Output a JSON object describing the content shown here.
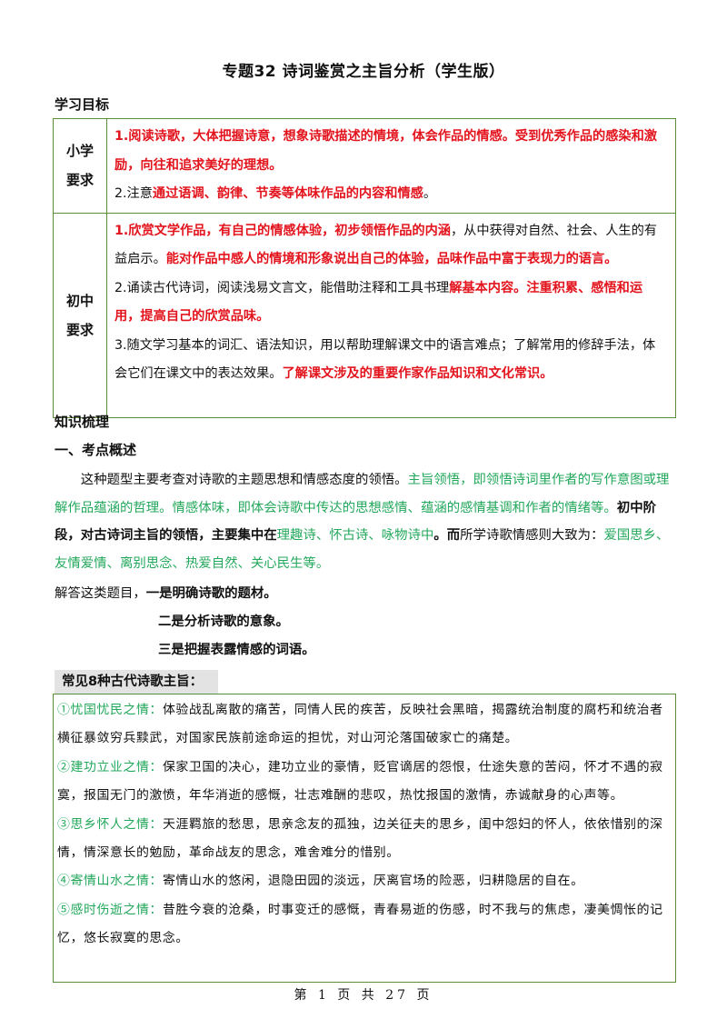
{
  "title": "专题32 诗词鉴赏之主旨分析（学生版）",
  "learning_goals": {
    "heading": "学习目标",
    "rows": [
      {
        "label_line1": "小学",
        "label_line2": "要求",
        "p1_red": "1.阅读诗歌，大体把握诗意，想象诗歌描述的情境，体会作品的情感。受到优秀作品的感染和激励，向往和追求美好的理想。",
        "p2_plain": "2.注意",
        "p2_red": "通过语调、韵律、节奏等体味作品的内容和情感",
        "p2_end": "。"
      },
      {
        "label_line1": "初中",
        "label_line2": "要求",
        "p1_red": "1.欣赏文学作品，有自己的情感体验，初步领悟作品的内涵",
        "p1_plain": "，从中获得对自然、社会、人生的有益启示。",
        "p1_red2": "能对作品中感人的情境和形象说出自己的体验，品味作品中富于表现力的语言。",
        "p2_plain": "2.诵读古代诗词，阅读浅易文言文，能借助注释和工具书理",
        "p2_red": "解基本内容。注重积累、感悟和运用，提高自己的欣赏品味。",
        "p3_plain": "3.随文学习基本的词汇、语法知识，用以帮助理解课文中的语言难点；了解常用的修辞手法，体会它们在课文中的表达效果。",
        "p3_red": "了解课文涉及的重要作家作品知识和文化常识。"
      }
    ]
  },
  "knowledge": {
    "heading": "知识梳理",
    "subheading": "一、考点概述",
    "overview": {
      "t1": "这种题型主要考查对诗歌的主题思想和情感态度的领悟。",
      "g1": "主旨领悟，即领悟诗词里作者的写作意图或理解作品蕴涵的哲理。情感体味，即体会诗歌中传达的思想感情、蕴涵的感情基调和作者的情绪等。",
      "b1": "初中阶段，对古诗词主旨的领悟，主要集中在",
      "g2": "理趣诗、怀古诗、咏物诗中",
      "b2": "。而",
      "t2": "所学诗歌情感则大致为：",
      "g3": "爱国思乡、友情爱情、离别思念、热爱自然、关心民生等。"
    },
    "answer_intro": "解答这类题目，",
    "answer_1": "一是明确诗歌的题材。",
    "answer_2": "二是分析诗歌的意象。",
    "answer_3": "三是把握表露情感的词语。"
  },
  "themes": {
    "heading": "常见8种古代诗歌主旨：",
    "items": [
      {
        "title": "①忧国忧民之情：",
        "text": "体验战乱离散的痛苦，同情人民的疾苦，反映社会黑暗，揭露统治制度的腐朽和统治者横征暴敛穷兵黩武，对国家民族前途命运的担忧，对山河沦落国破家亡的痛楚。"
      },
      {
        "title": "②建功立业之情：",
        "text": "保家卫国的决心，建功立业的豪情，贬官谪居的怨恨，仕途失意的苦闷，怀才不遇的寂寞，报国无门的激愤，年华消逝的感慨，壮志难酬的悲叹，热忱报国的激情，赤诚献身的心声等。"
      },
      {
        "title": "③思乡怀人之情：",
        "text": "天涯羁旅的愁思，思亲念友的孤独，边关征夫的思乡，闺中怨妇的怀人，依依惜别的深情，情深意长的勉励，革命战友的思念，难舍难分的惜别。"
      },
      {
        "title": "④寄情山水之情：",
        "text": "寄情山水的悠闲，退隐田园的淡远，厌离官场的险恶，归耕隐居的自在。"
      },
      {
        "title": "⑤感时伤逝之情：",
        "text": "昔胜今衰的沧桑，时事变迁的感慨，青春易逝的伤感，时不我与的焦虑，凄美惆怅的记忆，悠长寂寞的思念。"
      }
    ]
  },
  "footer": "第 1 页 共 27 页",
  "colors": {
    "red": "#e3141d",
    "green": "#23a85c",
    "border": "#5a8f3a",
    "tag_bg": "#e3e3e3"
  }
}
